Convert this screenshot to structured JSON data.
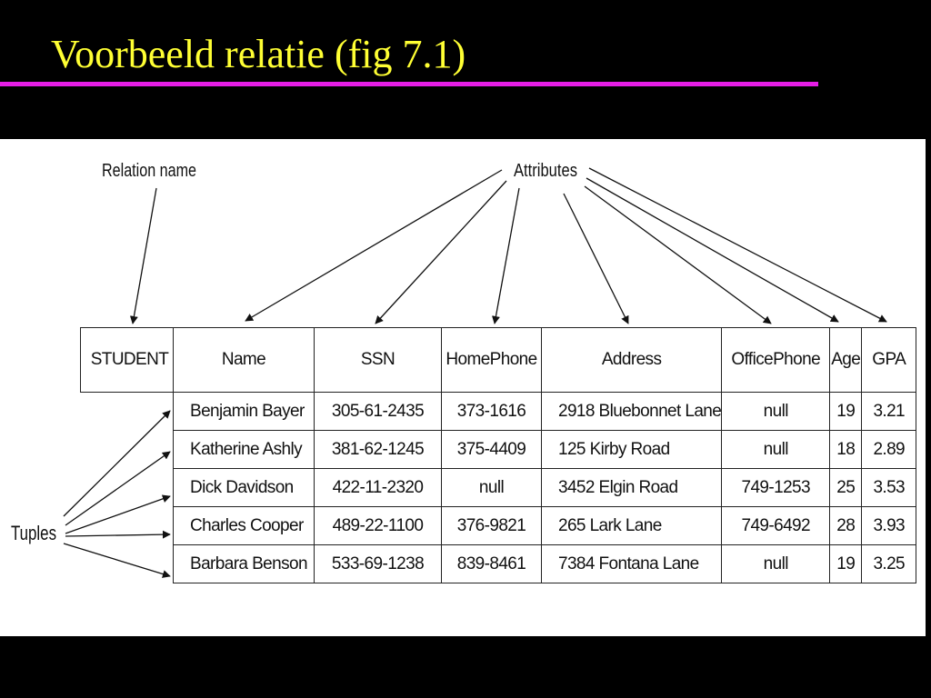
{
  "slide": {
    "title": "Voorbeeld relatie (fig 7.1)",
    "title_color": "#ffff33",
    "rule_color": "#e61ee6",
    "background": "#000000"
  },
  "diagram": {
    "relation_name_label": "Relation name",
    "attributes_label": "Attributes",
    "tuples_label": "Tuples",
    "relation_name": "STUDENT",
    "columns": [
      "Name",
      "SSN",
      "HomePhone",
      "Address",
      "OfficePhone",
      "Age",
      "GPA"
    ],
    "rows": [
      [
        "Benjamin Bayer",
        "305-61-2435",
        "373-1616",
        "2918 Bluebonnet Lane",
        "null",
        "19",
        "3.21"
      ],
      [
        "Katherine Ashly",
        "381-62-1245",
        "375-4409",
        "125 Kirby Road",
        "null",
        "18",
        "2.89"
      ],
      [
        "Dick Davidson",
        "422-11-2320",
        "null",
        "3452 Elgin Road",
        "749-1253",
        "25",
        "3.53"
      ],
      [
        "Charles Cooper",
        "489-22-1100",
        "376-9821",
        "265 Lark Lane",
        "749-6492",
        "28",
        "3.93"
      ],
      [
        "Barbara Benson",
        "533-69-1238",
        "839-8461",
        "7384 Fontana Lane",
        "null",
        "19",
        "3.25"
      ]
    ]
  }
}
